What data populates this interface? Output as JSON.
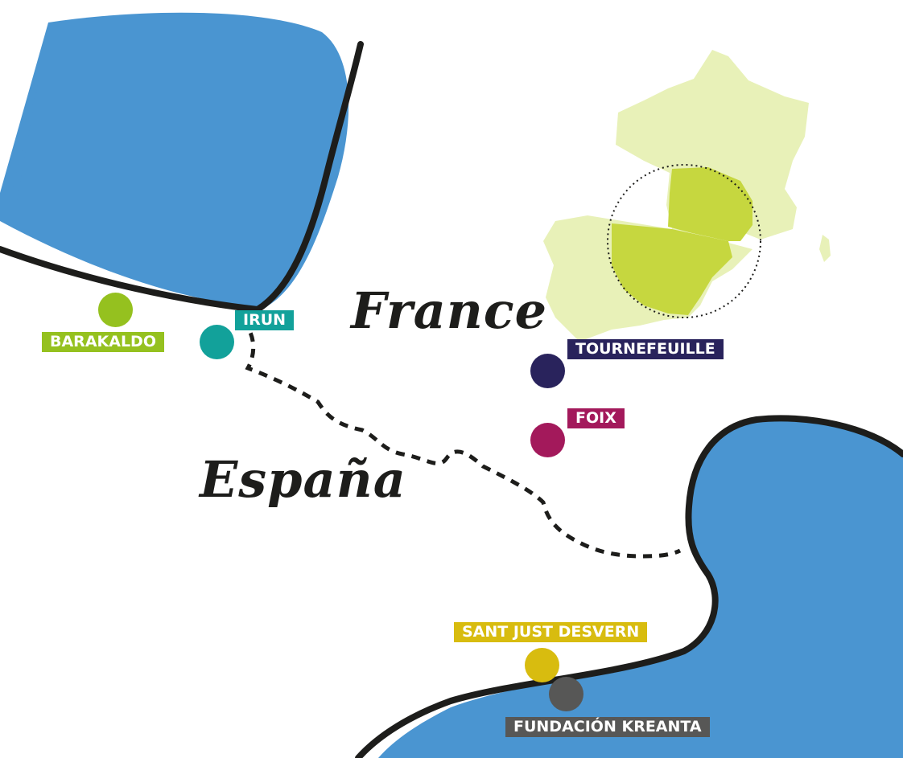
{
  "countries": {
    "france": "France",
    "spain": "España"
  },
  "locations": [
    {
      "id": "barakaldo",
      "label": "BARAKALDO",
      "color": "#95c11f"
    },
    {
      "id": "irun",
      "label": "IRUN",
      "color": "#12a19a"
    },
    {
      "id": "tournefeuille",
      "label": "TOURNEFEUILLE",
      "color": "#29235c"
    },
    {
      "id": "foix",
      "label": "FOIX",
      "color": "#a3195b"
    },
    {
      "id": "sant-just",
      "label": "SANT JUST DESVERN",
      "color": "#d8bc0f"
    },
    {
      "id": "kreanta",
      "label": "FUNDACIÓN KREANTA",
      "color": "#575756"
    }
  ],
  "colors": {
    "sea": "#4a95d1",
    "coast": "#1d1d1b",
    "minimap_land": "#e8f1b8",
    "minimap_highlight": "#c6d73f"
  }
}
